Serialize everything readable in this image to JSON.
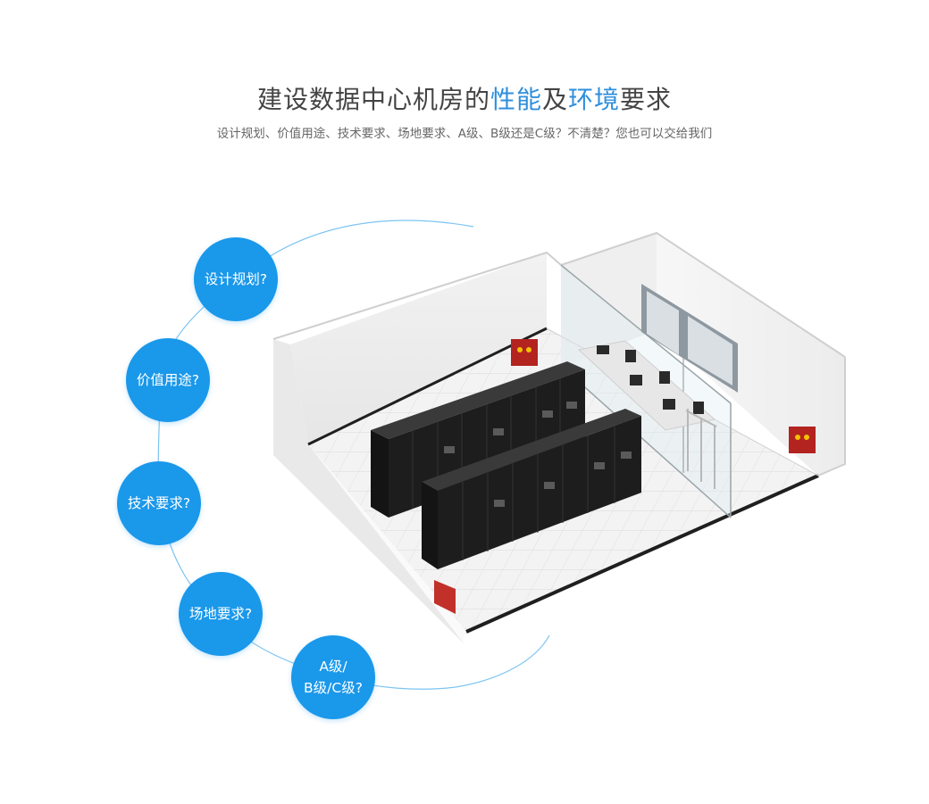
{
  "header": {
    "title_part1": "建设数据中心机房的",
    "title_hl1": "性能",
    "title_part2": "及",
    "title_hl2": "环境",
    "title_part3": "要求",
    "subtitle": "设计规划、价值用途、技术要求、场地要求、A级、B级还是C级？不清楚？您也可以交给我们"
  },
  "bubbles": [
    {
      "label": "设计规划?"
    },
    {
      "label": "价值用途?"
    },
    {
      "label": "技术要求?"
    },
    {
      "label": "场地要求?"
    },
    {
      "label_line1": "A级/",
      "label_line2": "B级/C级?"
    }
  ],
  "colors": {
    "accent": "#1a98ea",
    "title_highlight": "#2f8fdc",
    "arc": "#7cc4f2"
  }
}
